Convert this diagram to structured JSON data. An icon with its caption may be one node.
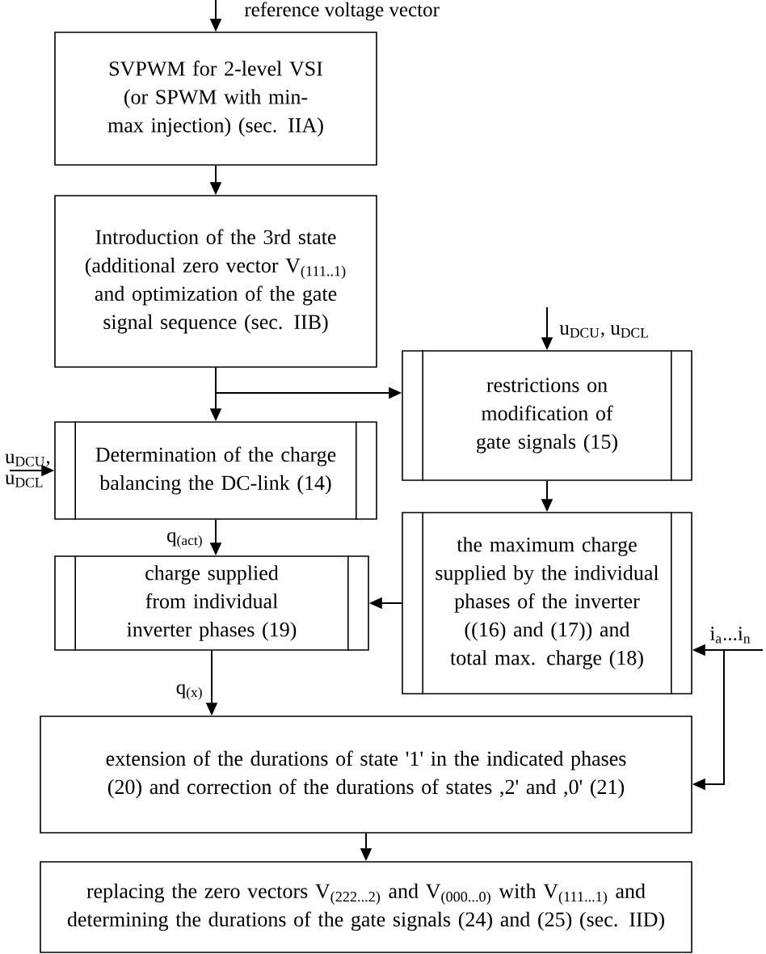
{
  "diagram": {
    "nodes": [
      {
        "text": [
          "SVPWM for 2-level VSI (or SPWM with min-max injection) (sec. IIA)"
        ]
      },
      {
        "text": [
          "Introduction of the 3rd state (additional zero vector V$_{(111..1)}$ and optimization of the gate signal sequence (sec. IIB)"
        ]
      },
      {
        "text": [
          "restrictions on modification of gate signals (15)"
        ]
      },
      {
        "text": [
          "Determination of the charge balancing the DC-link (14)"
        ]
      },
      {
        "text": [
          "the maximum charge supplied by the individual phases of the inverter ((16) and (17)) and total max. charge (18)"
        ]
      },
      {
        "text": [
          "charge supplied from individual inverter phases (19)"
        ]
      },
      {
        "text": [
          "extension of the durations of state '1' in the indicated phases (20) and correction of the durations of states ,2' and ,0' (21)"
        ]
      },
      {
        "text": [
          "replacing the zero vectors V$_{(222...2)}$ and V$_{(000...0)}$ with V$_{(111...1)}$ and determining the durations of the gate signals (24) and (25) (sec. IID)"
        ]
      }
    ],
    "edges": [
      {
        "from": null,
        "to": 0,
        "arrow": "to",
        "label": "reference voltage vector"
      },
      {
        "from": 0,
        "to": 1,
        "arrow": "to"
      },
      {
        "from": 1,
        "to": 3,
        "arrow": "to"
      },
      {
        "from": 1,
        "to": 2,
        "arrow": "to"
      },
      {
        "from": null,
        "to": 2,
        "arrow": "to",
        "label": "u$_{DCU}$, u$_{DCL}$"
      },
      {
        "from": null,
        "to": 3,
        "arrow": "to",
        "label": "u$_{DCU}$, u$_{DCL}$"
      },
      {
        "from": 3,
        "to": 5,
        "arrow": "to",
        "label": "q$_{(act)}$"
      },
      {
        "from": 2,
        "to": 4,
        "arrow": "to"
      },
      {
        "from": 4,
        "to": 5,
        "arrow": "to"
      },
      {
        "from": null,
        "to": 4,
        "arrow": "to",
        "label": "i$_{a}$...i$_{n}$"
      },
      {
        "from": null,
        "to": 6,
        "arrow": "to"
      },
      {
        "from": 5,
        "to": 6,
        "arrow": "to",
        "label": "q$_{(x)}$"
      },
      {
        "from": 6,
        "to": 7,
        "arrow": "to"
      }
    ]
  }
}
